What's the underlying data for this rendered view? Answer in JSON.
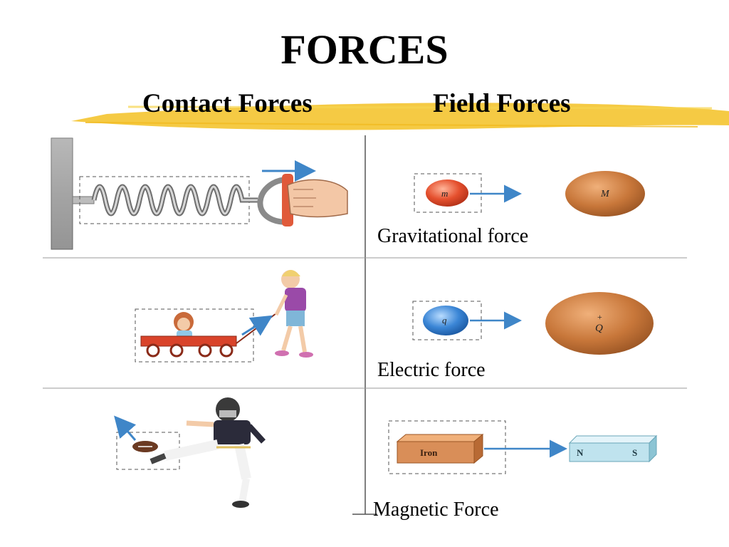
{
  "slide": {
    "title": "FORCES",
    "contact_heading": "Contact Forces",
    "field_heading": "Field Forces"
  },
  "gravity": {
    "caption": "Gravitational force",
    "small_mass": "m",
    "large_mass": "M"
  },
  "electric": {
    "caption": "Electric force",
    "small_charge": "q",
    "large_charge": "Q",
    "large_sign": "+"
  },
  "magnetic": {
    "caption": "Magnetic Force",
    "iron_label": "Iron",
    "north": "N",
    "south": "S"
  },
  "colors": {
    "highlighter": "#f4c430",
    "arrow": "#3f86c8",
    "mass_small": "#e5502e",
    "mass_large": "#c8773a",
    "charge_small": "#3b86d6",
    "iron": "#d98e58",
    "magnet": "#bfe3ee"
  }
}
